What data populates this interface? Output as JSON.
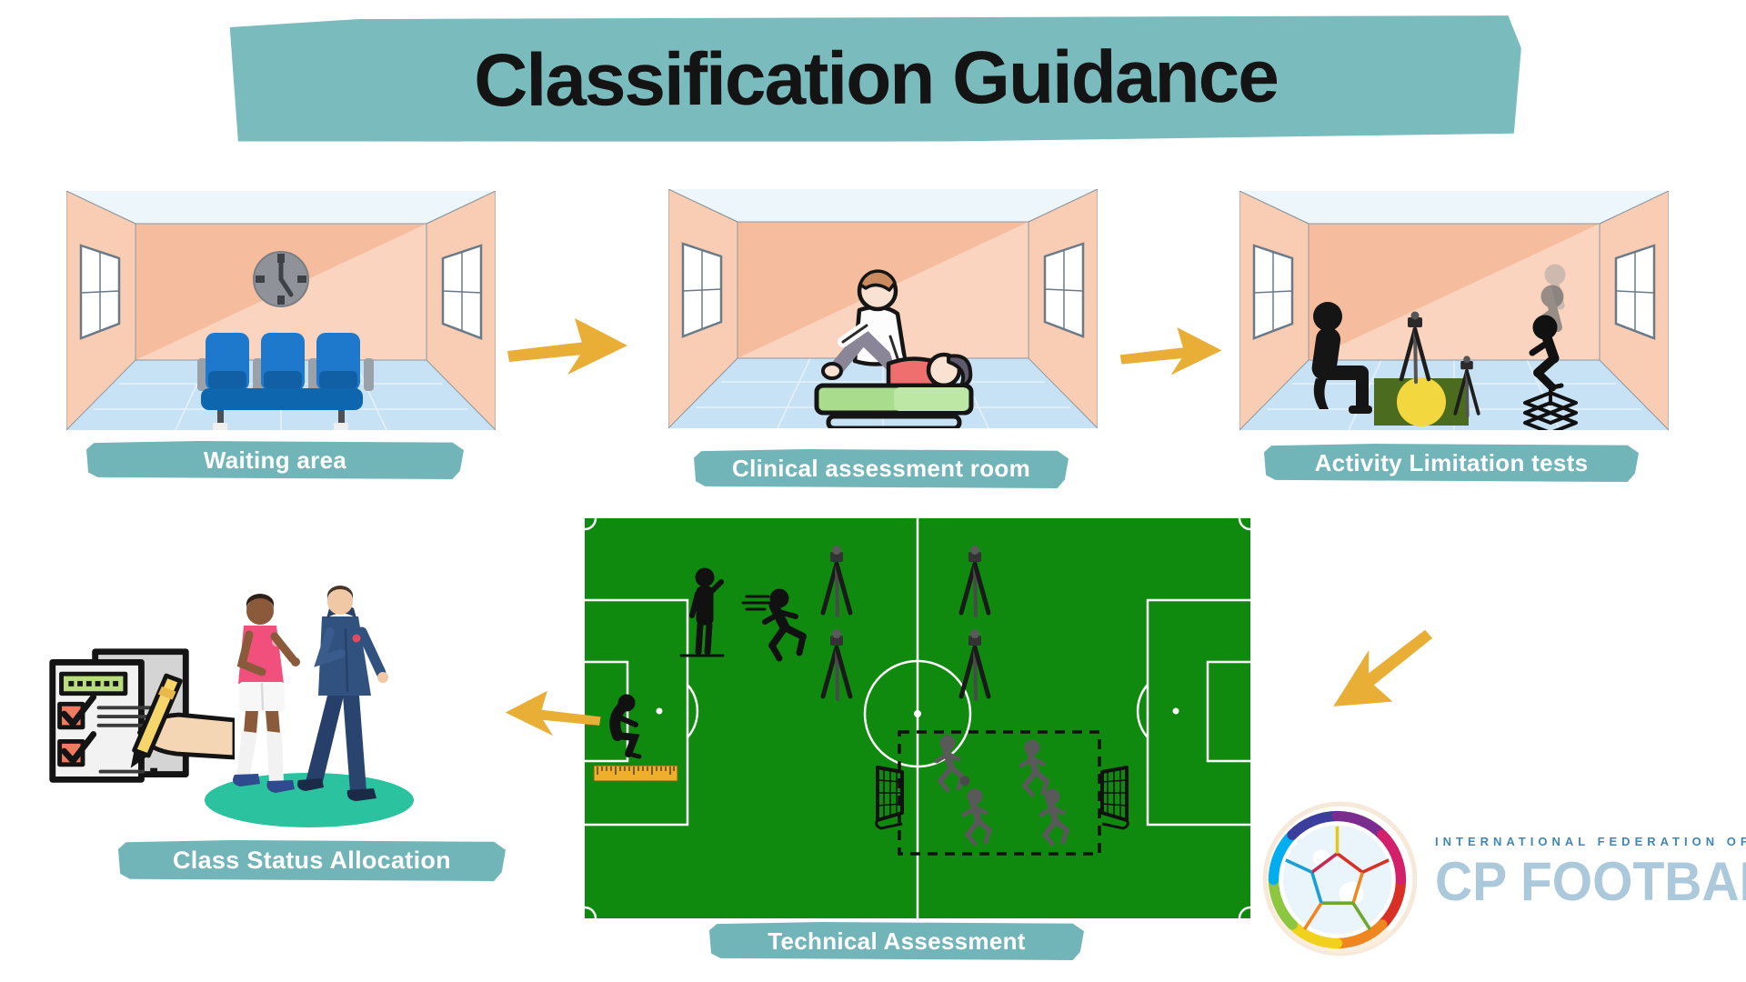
{
  "title": "Classification Guidance",
  "stages": [
    {
      "name": "waiting-area",
      "label": "Waiting area"
    },
    {
      "name": "clinical-assessment-room",
      "label": "Clinical assessment room"
    },
    {
      "name": "activity-limitation-tests",
      "label": "Activity Limitation tests"
    },
    {
      "name": "technical-assessment",
      "label": "Technical Assessment"
    },
    {
      "name": "class-status-allocation",
      "label": "Class Status Allocation"
    }
  ],
  "flow": [
    "waiting-area to clinical-assessment-room",
    "clinical-assessment-room to activity-limitation-tests",
    "activity-limitation-tests to technical-assessment",
    "technical-assessment to class-status-allocation"
  ],
  "logo": {
    "federation_line": "INTERNATIONAL FEDERATION OF",
    "org_name": "CP FOOTBALL"
  },
  "icons": {
    "arrow-right-icon": "hand-drawn gold arrow pointing right",
    "arrow-down-left-icon": "hand-drawn gold arrow pointing down-left",
    "arrow-left-icon": "hand-drawn gold arrow pointing left",
    "clock-icon": "gray wall clock",
    "waiting-chairs-icon": "row of three blue chairs on bench",
    "physio-exam-icon": "physiotherapist examining patient on green table",
    "seated-observer-icon": "black silhouette of seated classifier",
    "camera-tripod-icon": "camera on tripod silhouette",
    "target-mat-icon": "green mat with yellow circle",
    "jump-test-icon": "squatting athlete silhouette with motion ghosts over stacked platform",
    "soccer-pitch-icon": "green football pitch with white markings",
    "ruler-icon": "yellow measuring ruler",
    "mini-goal-icon": "small training goal with net",
    "gray-runner-icon": "gray running player silhouette",
    "checklist-icon": "clipboard sheets with red checkboxes and hand holding pencil",
    "players-walking-icon": "player in pink kit walking with classifier in navy tracksuit",
    "cp-football-ball-icon": "rainbow-outlined football logo mark"
  },
  "colors": {
    "banner_teal": "#7ABCBE",
    "band_teal": "#72B5B9",
    "arrow_gold": "#E9AE35",
    "wall_peach": "#F9CDB4",
    "wall_peach_dark": "#F5BD9E",
    "floor_blue": "#C8E2F5",
    "ceiling_blue": "#EDF6FB",
    "chair_blue": "#1E78CB",
    "pitch_green": "#0F8A0F",
    "mat_green": "#4B6B1E",
    "mat_circle_yellow": "#F3D73F",
    "table_green": "#A9DC8C",
    "ground_teal": "#2BC29F",
    "logo_text_blue": "#4187B3",
    "logo_text_light": "#ACC9DB",
    "title_text": "#141414",
    "label_text": "#FFFFFF"
  }
}
